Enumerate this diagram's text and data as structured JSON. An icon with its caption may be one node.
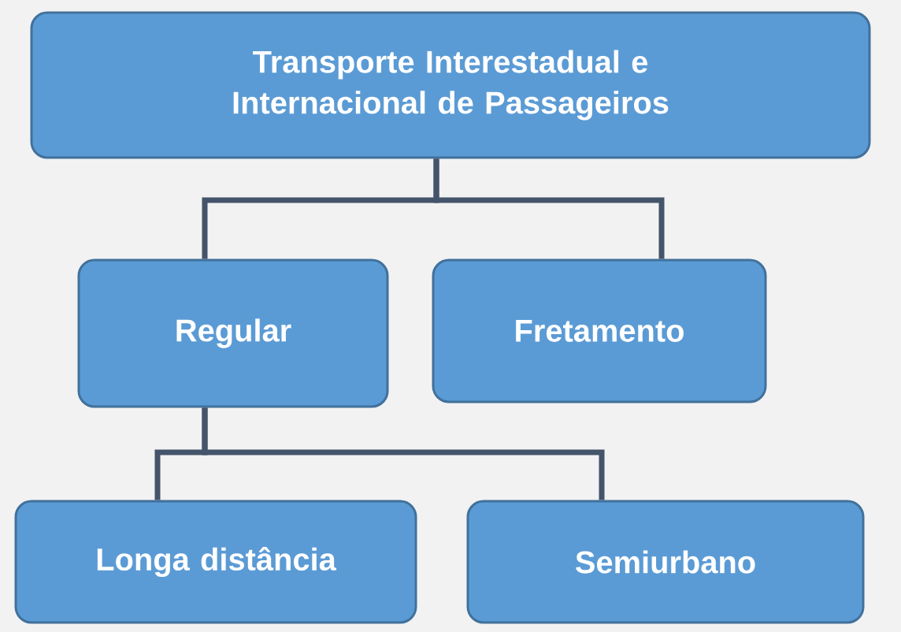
{
  "diagram": {
    "nodes": [
      {
        "text": [
          "Transporte Interestadual e Internacional de Passageiros"
        ]
      },
      {
        "text": [
          "Regular"
        ]
      },
      {
        "text": [
          "Fretamento"
        ]
      },
      {
        "text": [
          "Longa distância"
        ]
      },
      {
        "text": [
          "Semiurbano"
        ]
      }
    ],
    "edges": [
      {
        "from": 0,
        "to": 1,
        "arrow": "none"
      },
      {
        "from": 0,
        "to": 2,
        "arrow": "none"
      },
      {
        "from": 1,
        "to": 3,
        "arrow": "none"
      },
      {
        "from": 1,
        "to": 4,
        "arrow": "none"
      }
    ]
  }
}
